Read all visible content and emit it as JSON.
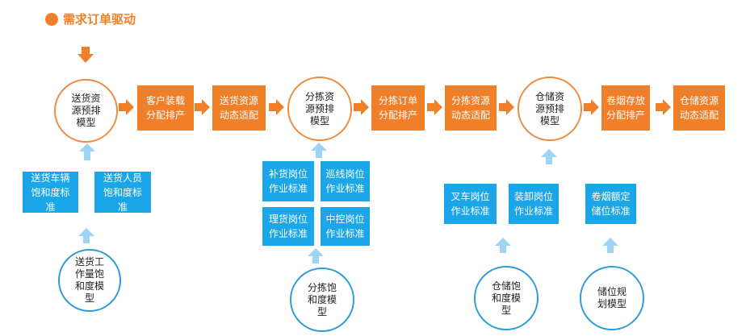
{
  "header": {
    "title": "需求订单驱动"
  },
  "flow": {
    "circle_1": "送货资源预排模型",
    "box_1": "客户装载分配排产",
    "box_2": "送货资源动态适配",
    "circle_2": "分拣资源预排模型",
    "box_3": "分拣订单分配排产",
    "box_4": "分拣资源动态适配",
    "circle_3": "仓储资源预排模型",
    "box_5": "卷烟存放分配排产",
    "box_6": "仓储资源动态适配"
  },
  "delivery": {
    "std_vehicle": "送货车辆饱和度标准",
    "std_staff": "送货人员饱和度标准",
    "model": "送货工作量饱和度模型"
  },
  "sorting": {
    "std_replenish": "补货岗位作业标准",
    "std_patrol": "巡线岗位作业标准",
    "std_sort": "理货岗位作业标准",
    "std_control": "中控岗位作业标准",
    "model": "分拣饱和度模型"
  },
  "warehouse": {
    "std_forklift": "叉车岗位作业标准",
    "std_unload": "装卸岗位作业标准",
    "std_quota": "卷烟额定储位标准",
    "model_saturation": "仓储饱和度模型",
    "model_slot": "储位规划模型"
  },
  "colors": {
    "orange": "#f07f2a",
    "blue": "#1aa6e8",
    "light_blue_arrow": "#9fd3f2"
  }
}
